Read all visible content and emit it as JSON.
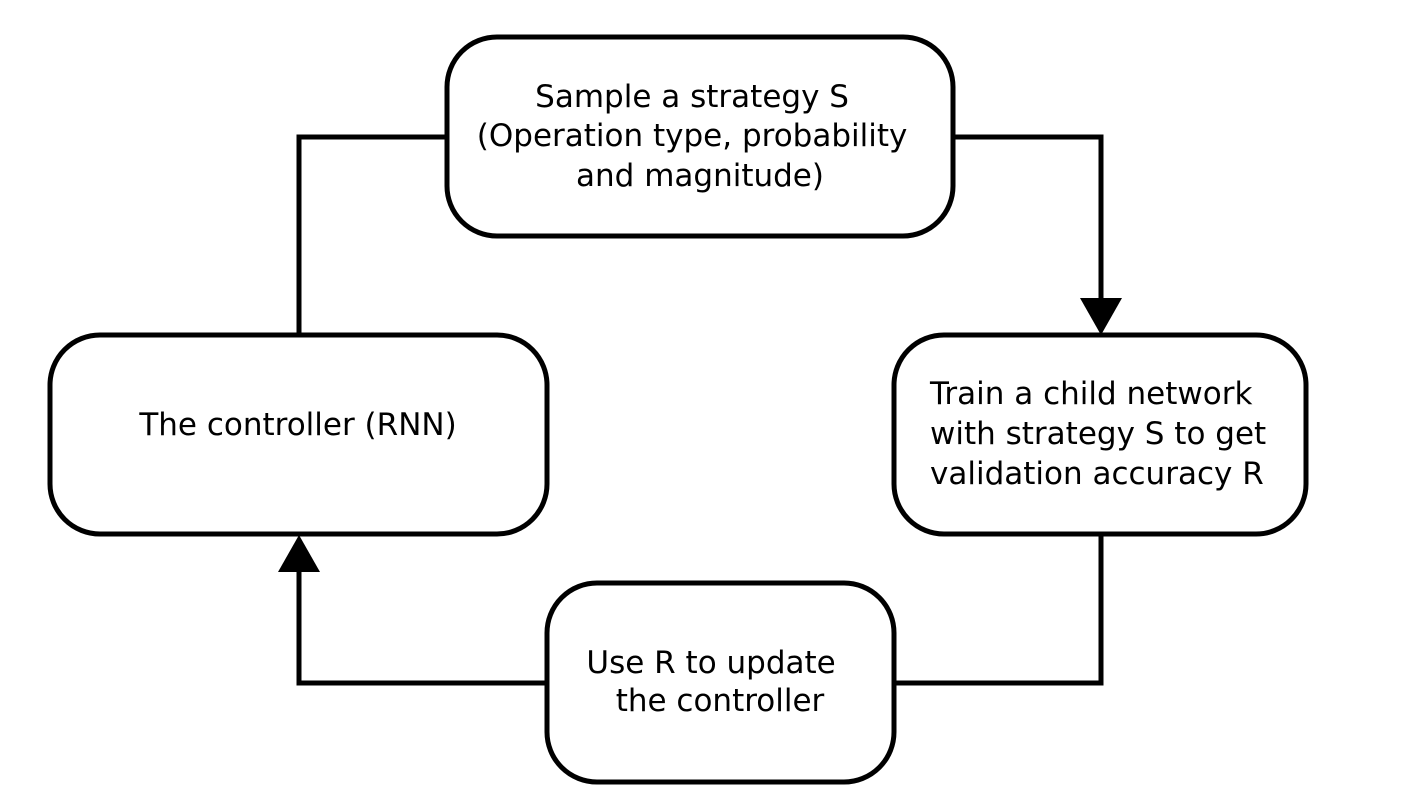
{
  "diagram": {
    "nodes": {
      "sample": {
        "lines": [
          "Sample a strategy S",
          "(Operation type, probability",
          "and magnitude)"
        ]
      },
      "train": {
        "lines": [
          "Train a child network",
          "with strategy S to get",
          "validation accuracy R"
        ]
      },
      "update": {
        "lines": [
          "Use R to update",
          "the controller"
        ]
      },
      "controller": {
        "lines": [
          "The controller (RNN)"
        ]
      }
    },
    "stroke_color": "#000000",
    "background_color": "#ffffff"
  }
}
